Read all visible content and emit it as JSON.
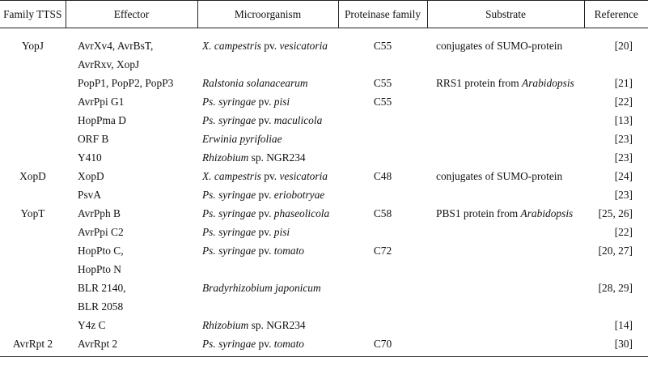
{
  "headers": {
    "family": "Family TTSS",
    "effector": "Effector",
    "microorganism": "Microorganism",
    "proteinase": "Proteinase family",
    "substrate": "Substrate",
    "reference": "Reference"
  },
  "rows": [
    {
      "family": "YopJ",
      "effector": "AvrXv4, AvrBsT,",
      "micro_a": "X. campestris",
      "micro_b": " pv. ",
      "micro_c": "vesicatoria",
      "prot": "C55",
      "sub_a": "conjugates of SUMO-protein",
      "sub_b": "",
      "ref": "[20]"
    },
    {
      "family": "",
      "effector": "AvrRxv, XopJ",
      "micro_a": "",
      "micro_b": "",
      "micro_c": "",
      "prot": "",
      "sub_a": "",
      "sub_b": "",
      "ref": ""
    },
    {
      "family": "",
      "effector": "PopP1, PopP2, PopP3",
      "micro_a": "Ralstonia solanacearum",
      "micro_b": "",
      "micro_c": "",
      "prot": "C55",
      "sub_a": "RRS1 protein from ",
      "sub_b": "Arabidopsis",
      "ref": "[21]"
    },
    {
      "family": "",
      "effector": "AvrPpi G1",
      "micro_a": "Ps. syringae",
      "micro_b": " pv. ",
      "micro_c": "pisi",
      "prot": "C55",
      "sub_a": "",
      "sub_b": "",
      "ref": "[22]"
    },
    {
      "family": "",
      "effector": "HopPma D",
      "micro_a": "Ps. syringae",
      "micro_b": " pv. ",
      "micro_c": "maculicola",
      "prot": "",
      "sub_a": "",
      "sub_b": "",
      "ref": "[13]"
    },
    {
      "family": "",
      "effector": "ORF B",
      "micro_a": "Erwinia pyrifoliae",
      "micro_b": "",
      "micro_c": "",
      "prot": "",
      "sub_a": "",
      "sub_b": "",
      "ref": "[23]"
    },
    {
      "family": "",
      "effector": "Y410",
      "micro_a": "Rhizobium",
      "micro_b": " sp. NGR234",
      "micro_c": "",
      "prot": "",
      "sub_a": "",
      "sub_b": "",
      "ref": "[23]"
    },
    {
      "family": "XopD",
      "effector": "XopD",
      "micro_a": "X. campestris",
      "micro_b": " pv. ",
      "micro_c": "vesicatoria",
      "prot": "C48",
      "sub_a": "conjugates of SUMO-protein",
      "sub_b": "",
      "ref": "[24]"
    },
    {
      "family": "",
      "effector": "PsvA",
      "micro_a": "Ps. syringae",
      "micro_b": " pv. ",
      "micro_c": "eriobotryae",
      "prot": "",
      "sub_a": "",
      "sub_b": "",
      "ref": "[23]"
    },
    {
      "family": "YopT",
      "effector": "AvrPph B",
      "micro_a": "Ps. syringae",
      "micro_b": " pv. ",
      "micro_c": "phaseolicola",
      "prot": "C58",
      "sub_a": "PBS1 protein from ",
      "sub_b": "Arabidopsis",
      "ref": "[25, 26]"
    },
    {
      "family": "",
      "effector": "AvrPpi C2",
      "micro_a": "Ps. syringae",
      "micro_b": " pv. ",
      "micro_c": "pisi",
      "prot": "",
      "sub_a": "",
      "sub_b": "",
      "ref": "[22]"
    },
    {
      "family": "",
      "effector": "HopPto C,",
      "micro_a": "Ps. syringae",
      "micro_b": " pv. ",
      "micro_c": "tomato",
      "prot": "C72",
      "sub_a": "",
      "sub_b": "",
      "ref": "[20, 27]"
    },
    {
      "family": "",
      "effector": "HopPto N",
      "micro_a": "",
      "micro_b": "",
      "micro_c": "",
      "prot": "",
      "sub_a": "",
      "sub_b": "",
      "ref": ""
    },
    {
      "family": "",
      "effector": "BLR 2140,",
      "micro_a": "Bradyrhizobium japonicum",
      "micro_b": "",
      "micro_c": "",
      "prot": "",
      "sub_a": "",
      "sub_b": "",
      "ref": "[28, 29]"
    },
    {
      "family": "",
      "effector": "BLR 2058",
      "micro_a": "",
      "micro_b": "",
      "micro_c": "",
      "prot": "",
      "sub_a": "",
      "sub_b": "",
      "ref": ""
    },
    {
      "family": "",
      "effector": "Y4z C",
      "micro_a": "Rhizobium",
      "micro_b": " sp. NGR234",
      "micro_c": "",
      "prot": "",
      "sub_a": "",
      "sub_b": "",
      "ref": "[14]"
    },
    {
      "family": "AvrRpt 2",
      "effector": "AvrRpt 2",
      "micro_a": "Ps. syringae",
      "micro_b": " pv. ",
      "micro_c": "tomato",
      "prot": "C70",
      "sub_a": "",
      "sub_b": "",
      "ref": "[30]"
    }
  ]
}
